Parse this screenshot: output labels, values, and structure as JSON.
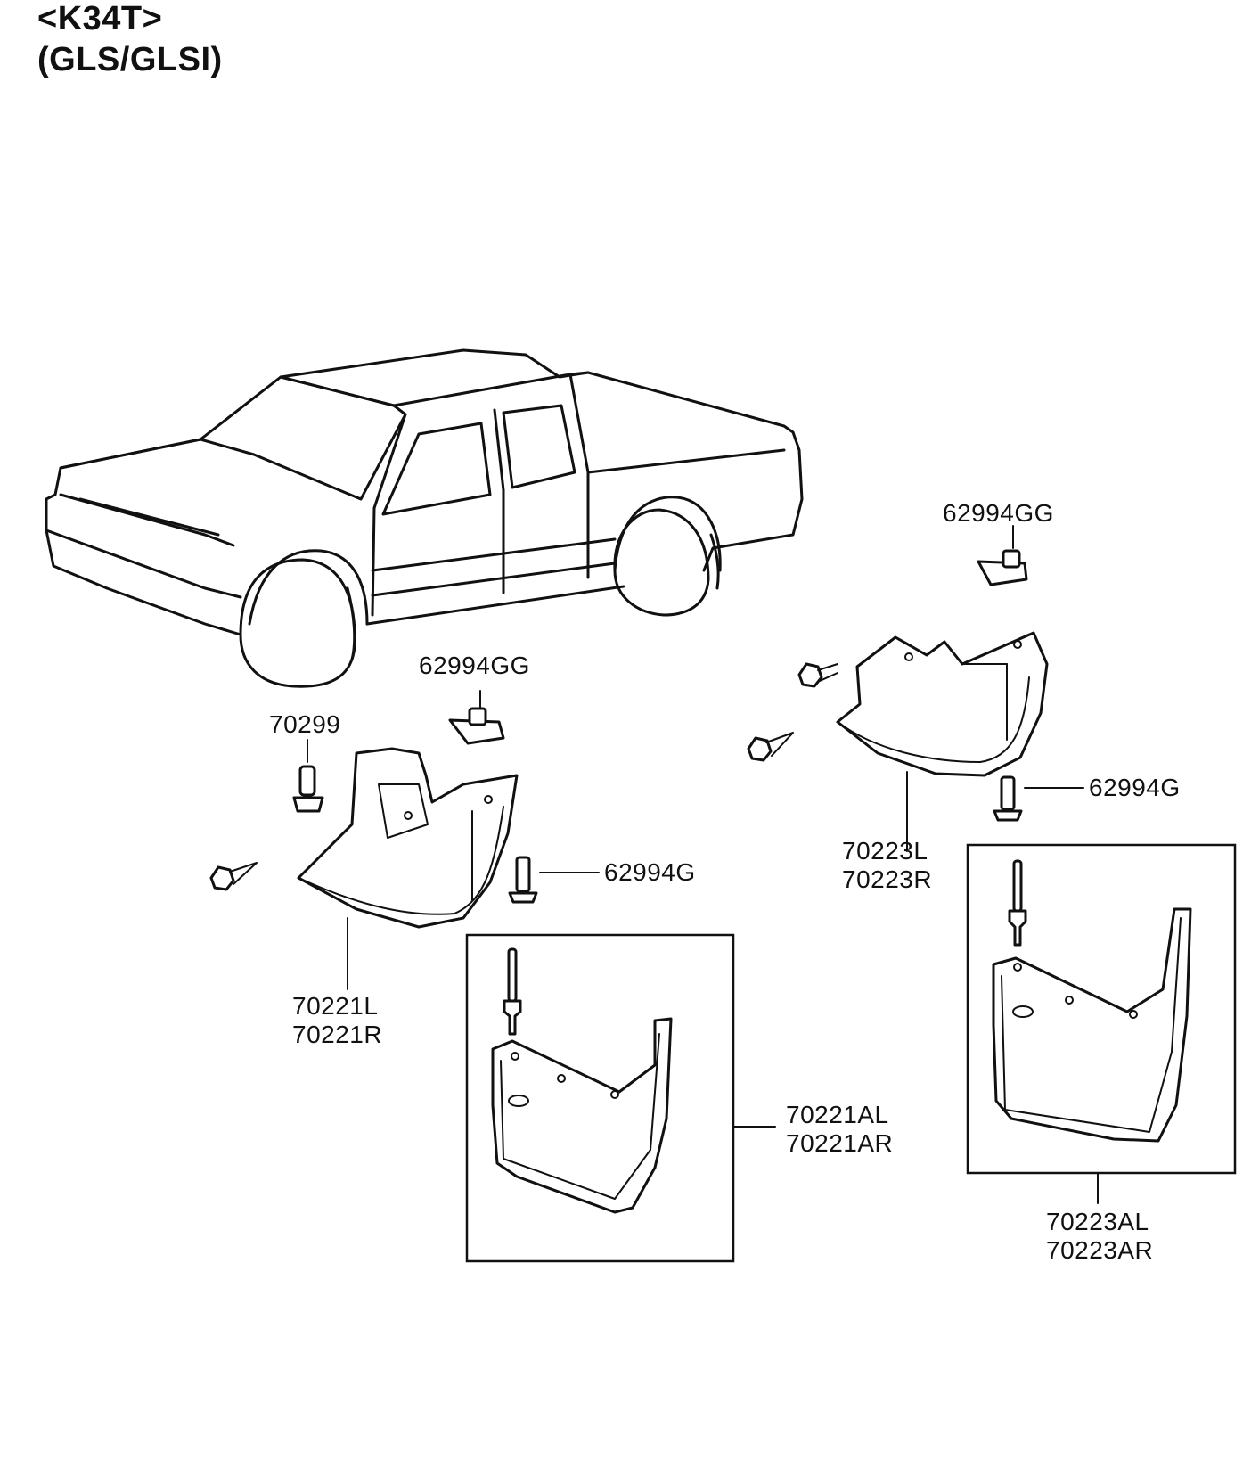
{
  "header": {
    "line1": "<K34T>",
    "line2": "(GLS/GLSI)"
  },
  "labels": {
    "clip_upper_right": "62994GG",
    "clip_center": "62994GG",
    "screw_left": "70299",
    "rivet_right_upper": "62994G",
    "rivet_center": "62994G",
    "guard_right_l": "70223L",
    "guard_right_r": "70223R",
    "guard_left_l": "70221L",
    "guard_left_r": "70221R",
    "flap_front_l": "70221AL",
    "flap_front_r": "70221AR",
    "flap_rear_l": "70223AL",
    "flap_rear_r": "70223AR"
  },
  "colors": {
    "line": "#111111",
    "background": "#ffffff"
  }
}
